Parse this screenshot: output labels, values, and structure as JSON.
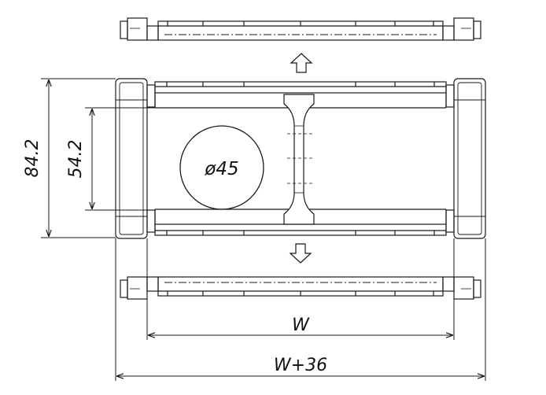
{
  "dimensions": {
    "outer_height": "84.2",
    "inner_height": "54.2",
    "diameter": "ø45",
    "width": "W",
    "total_width": "W+36"
  },
  "colors": {
    "line": "#1a1a1a",
    "background": "#ffffff"
  },
  "icons": {
    "arrow_up": "hollow-arrow-up-icon",
    "arrow_down": "hollow-arrow-down-icon"
  }
}
